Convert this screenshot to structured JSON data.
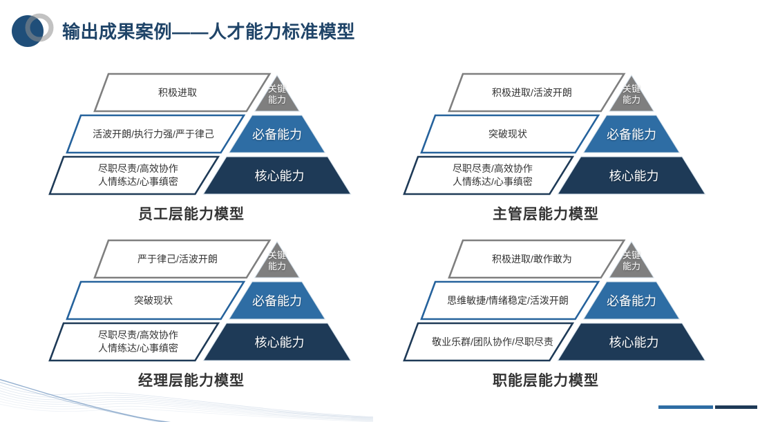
{
  "title": {
    "text": "输出成果案例——人才能力标准模型"
  },
  "band_labels": {
    "key": [
      "关键",
      "能力"
    ],
    "required": "必备能力",
    "core": "核心能力"
  },
  "pyramids": [
    {
      "caption": "员工层能力模型",
      "rows": [
        {
          "lines": [
            "积极进取"
          ]
        },
        {
          "lines": [
            "活波开朗/执行力强/严于律己"
          ]
        },
        {
          "lines": [
            "尽职尽责/高效协作",
            "人情练达/心事缜密"
          ]
        }
      ]
    },
    {
      "caption": "主管层能力模型",
      "rows": [
        {
          "lines": [
            "积极进取/活波开朗"
          ]
        },
        {
          "lines": [
            "突破现状"
          ]
        },
        {
          "lines": [
            "尽职尽责/高效协作",
            "人情练达/心事缜密"
          ]
        }
      ]
    },
    {
      "caption": "经理层能力模型",
      "rows": [
        {
          "lines": [
            "严于律己/活波开朗"
          ]
        },
        {
          "lines": [
            "突破现状"
          ]
        },
        {
          "lines": [
            "尽职尽责/高效协作",
            "人情练达/心事缜密"
          ]
        }
      ]
    },
    {
      "caption": "职能层能力模型",
      "rows": [
        {
          "lines": [
            "积极进取/敢作敢为"
          ]
        },
        {
          "lines": [
            "思维敏捷/情绪稳定/活泼开朗"
          ]
        },
        {
          "lines": [
            "敬业乐群/团队协作/尽职尽责"
          ]
        }
      ]
    }
  ],
  "colors": {
    "navy": "#1E3A57",
    "blue": "#2E6DA4",
    "gray": "#7F7F7F",
    "logoblue": "#1F4E79",
    "title": "#1F4468",
    "caption": "#333333"
  },
  "icons": {
    "logo": "overlapping-circles-logo"
  }
}
